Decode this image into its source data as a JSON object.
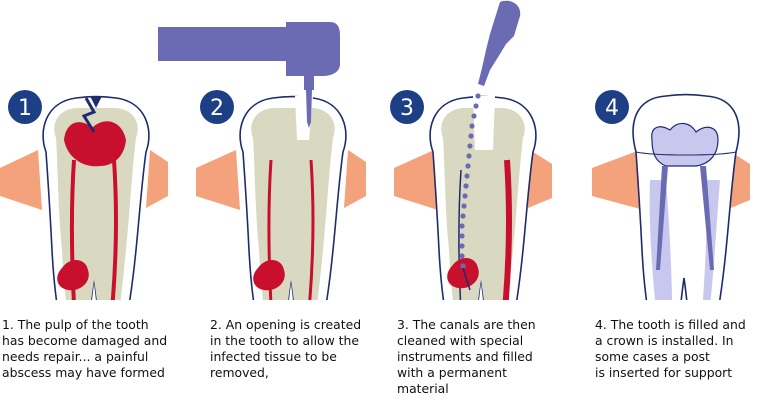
{
  "colors": {
    "badge": "#1c3f86",
    "gum": "#f4a27c",
    "gum_edge": "#e68a5e",
    "dentin": "#d9d9c2",
    "enamel_outline": "#1e2b6e",
    "infection": "#c8102e",
    "instrument": "#6b6bb3",
    "filling": "#c8c8ef",
    "text": "#111111"
  },
  "steps": [
    {
      "number": "1",
      "caption": "1. The pulp of the tooth\nhas become damaged and\nneeds repair... a painful\nabscess may have formed"
    },
    {
      "number": "2",
      "caption": "2. An opening is created\nin the tooth to allow the\ninfected tissue to be\nremoved,"
    },
    {
      "number": "3",
      "caption": "3. The canals are then\ncleaned with special\ninstruments and filled\nwith a permanent\nmaterial"
    },
    {
      "number": "4",
      "caption": "4. The tooth is filled and\na crown is installed. In\nsome cases a post\nis inserted for support"
    }
  ]
}
